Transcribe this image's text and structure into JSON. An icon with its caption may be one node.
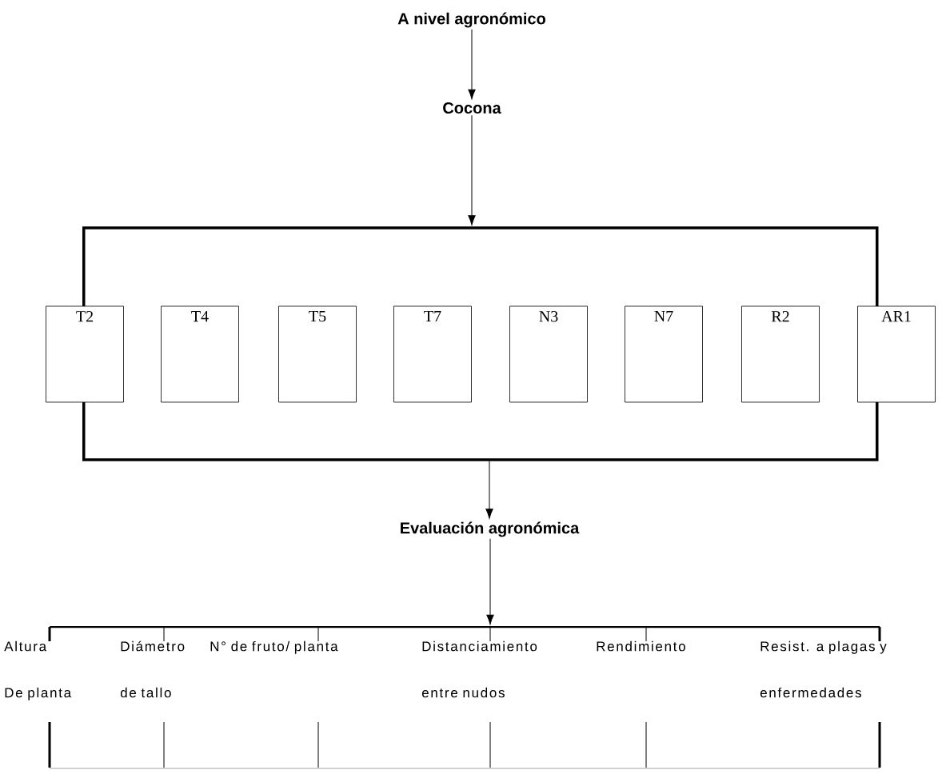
{
  "diagram": {
    "nodes": [
      {
        "text": [
          "A nivel agronómico"
        ]
      },
      {
        "text": [
          "Cocona"
        ]
      },
      {
        "text": [],
        "shape": "box"
      },
      {
        "text": [
          "T2"
        ]
      },
      {
        "text": [
          "T4"
        ],
        "in": 2
      },
      {
        "text": [
          "T5"
        ],
        "in": 2
      },
      {
        "text": [
          "T7"
        ],
        "in": 2
      },
      {
        "text": [
          "N3"
        ],
        "in": 2
      },
      {
        "text": [
          "N7"
        ],
        "in": 2
      },
      {
        "text": [
          "R2"
        ],
        "in": 2
      },
      {
        "text": [
          "AR1"
        ]
      },
      {
        "text": [
          "Evaluación agronómica"
        ]
      },
      {
        "text": [],
        "shape": "bar"
      },
      {
        "text": [
          "Altura De planta"
        ]
      },
      {
        "text": [
          "Diámetro de tallo"
        ]
      },
      {
        "text": [
          "N° de fruto/ planta"
        ]
      },
      {
        "text": [
          "Distanciamiento entre nudos"
        ]
      },
      {
        "text": [
          "Rendimiento"
        ]
      },
      {
        "text": [
          "Resist. a plagas y enfermedades"
        ]
      }
    ],
    "edges": [
      {
        "from": 0,
        "to": 1,
        "arrow": "to"
      },
      {
        "from": 1,
        "to": 2,
        "arrow": "to"
      },
      {
        "from": 2,
        "to": 11,
        "arrow": "to"
      },
      {
        "from": 11,
        "to": 12,
        "arrow": "to"
      },
      {
        "from": 12,
        "to": 13,
        "arrow": "none",
        "style": "thick"
      },
      {
        "from": 12,
        "to": 14,
        "arrow": "none"
      },
      {
        "from": 12,
        "to": 15,
        "arrow": "none"
      },
      {
        "from": 12,
        "to": 16,
        "arrow": "none"
      },
      {
        "from": 12,
        "to": 17,
        "arrow": "none"
      },
      {
        "from": 12,
        "to": 18,
        "arrow": "none",
        "style": "thick"
      }
    ]
  }
}
